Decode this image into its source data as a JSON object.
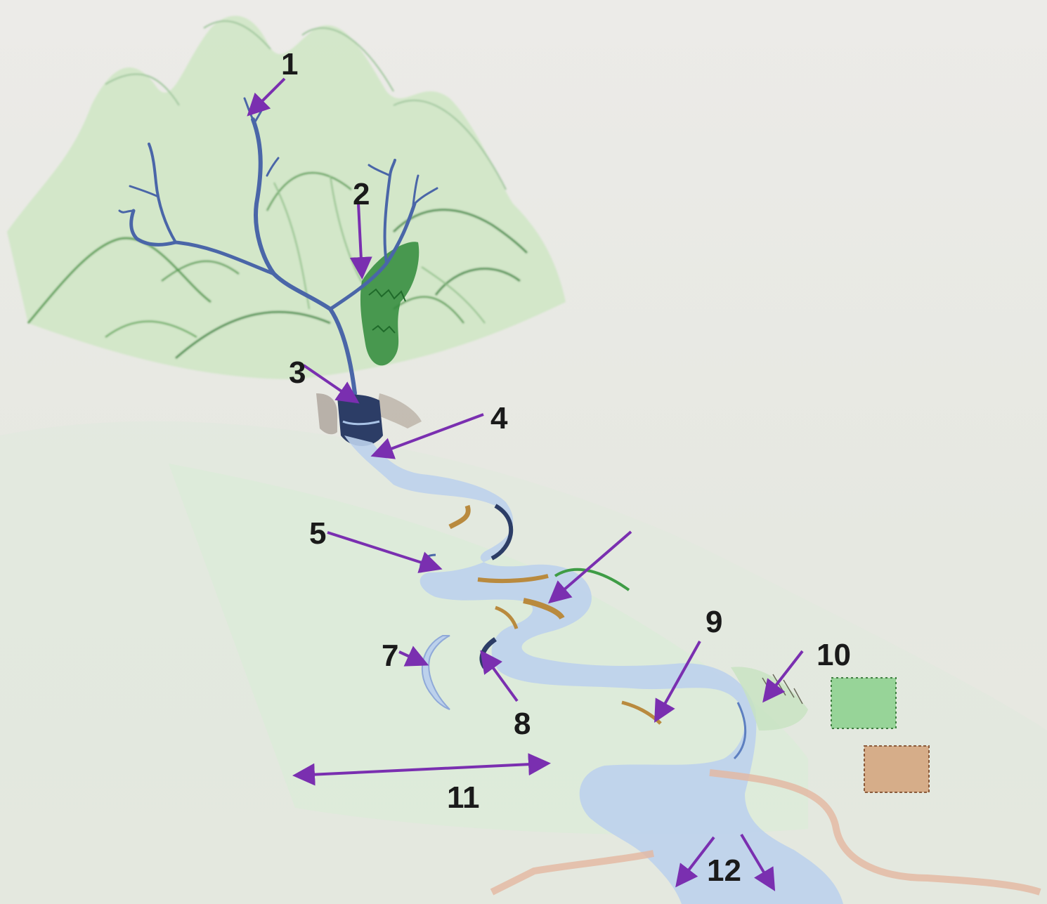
{
  "diagram": {
    "labels": [
      {
        "id": "1",
        "text": "1"
      },
      {
        "id": "2",
        "text": "2"
      },
      {
        "id": "3",
        "text": "3"
      },
      {
        "id": "4",
        "text": "4"
      },
      {
        "id": "5",
        "text": "5"
      },
      {
        "id": "7",
        "text": "7"
      },
      {
        "id": "8",
        "text": "8"
      },
      {
        "id": "9",
        "text": "9"
      },
      {
        "id": "10",
        "text": "10"
      },
      {
        "id": "11",
        "text": "11"
      },
      {
        "id": "12",
        "text": "12"
      }
    ],
    "colors": {
      "arrow": "#7a2fb0",
      "river": "#a9c3e6",
      "river_dark": "#3f5f9e",
      "hill": "#a8d3a0",
      "hill_line": "#4f9a52",
      "forest": "#2f8a3a",
      "sediment": "#b98a3e",
      "field_green": "#8ed190",
      "field_brown": "#d3a27a",
      "delta": "#e3b6a0"
    }
  }
}
